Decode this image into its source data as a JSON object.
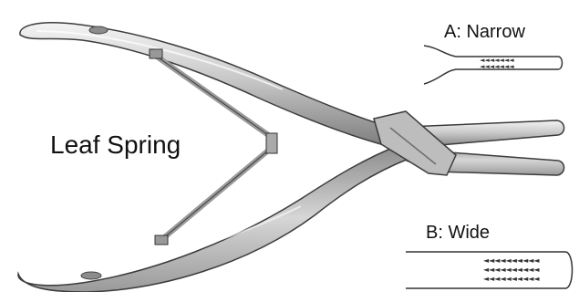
{
  "labels": {
    "leaf_spring": "Leaf Spring",
    "narrow": "A: Narrow",
    "wide": "B:  Wide"
  },
  "colors": {
    "steel_light": "#e6e6e6",
    "steel_mid": "#b9b9b9",
    "steel_dark": "#6f6f6f",
    "outline": "#3c3c3c",
    "text": "#111111"
  },
  "icons": {
    "tool": "pliers-illustration",
    "spring": "leaf-spring",
    "jaw_detail": "jaw-tip-schematic"
  }
}
